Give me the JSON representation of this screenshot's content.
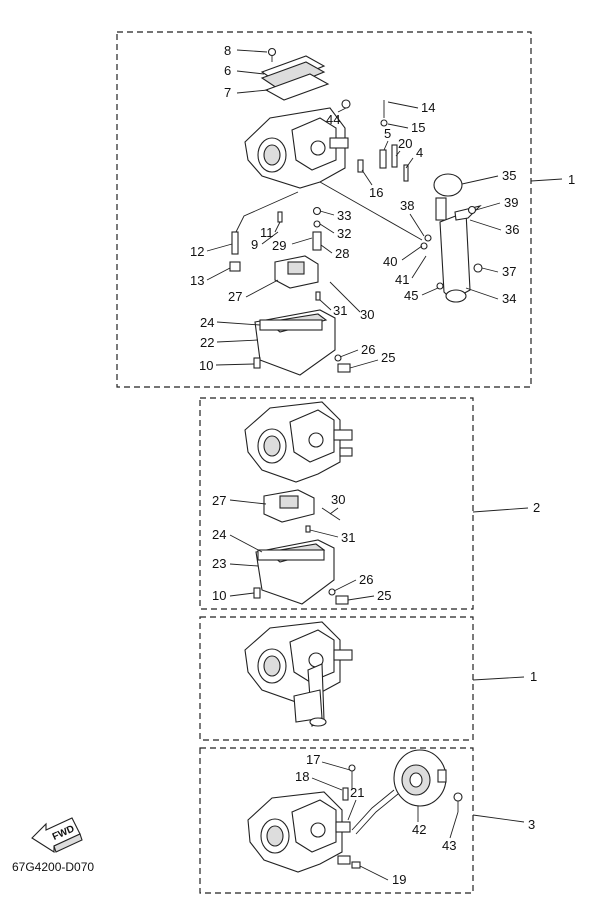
{
  "diagram_ref": "67G4200-D070",
  "fwd_label": "FWD",
  "groups": [
    {
      "label": "1"
    },
    {
      "label": "2"
    },
    {
      "label": "1"
    },
    {
      "label": "3"
    }
  ],
  "part_numbers": {
    "p1": "8",
    "p2": "6",
    "p3": "7",
    "p4": "44",
    "p5": "14",
    "p6": "15",
    "p7": "5",
    "p8": "20",
    "p9": "4",
    "p10": "16",
    "p11": "35",
    "p12": "38",
    "p13": "39",
    "p14": "36",
    "p15": "11",
    "p16": "33",
    "p17": "32",
    "p18": "9",
    "p19": "29",
    "p20": "28",
    "p21": "12",
    "p22": "13",
    "p23": "40",
    "p24": "41",
    "p25": "37",
    "p26": "45",
    "p27": "34",
    "p28": "27",
    "p29": "31",
    "p30": "30",
    "p31": "24",
    "p32": "22",
    "p33": "26",
    "p34": "10",
    "p35": "25",
    "q1": "27",
    "q2": "30",
    "q3": "31",
    "q4": "24",
    "q5": "23",
    "q6": "26",
    "q7": "10",
    "q8": "25",
    "r1": "17",
    "r2": "18",
    "r3": "21",
    "r4": "42",
    "r5": "43",
    "r6": "19"
  }
}
